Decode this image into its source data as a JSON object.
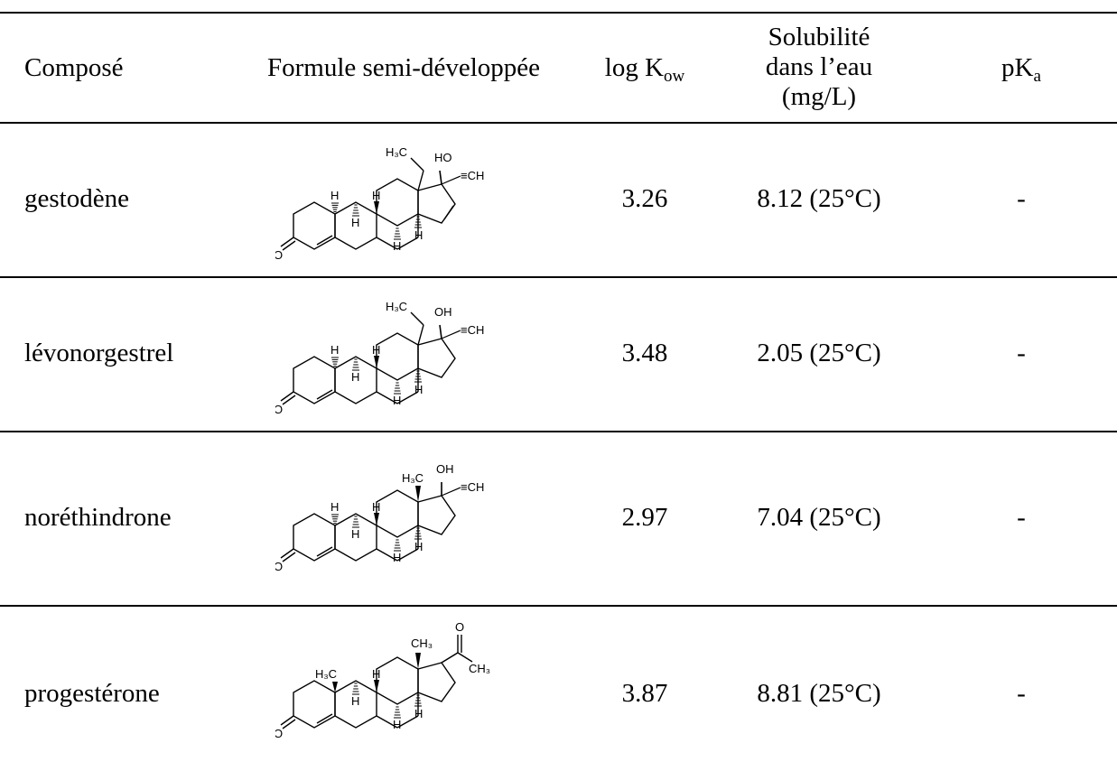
{
  "table": {
    "headers": {
      "compound": "Composé",
      "formula": "Formule semi-développée",
      "logk_main": "log K",
      "logk_sub": "ow",
      "sol_line1": "Solubilité",
      "sol_line2": "dans l’eau",
      "sol_line3": "(mg/L)",
      "pka_main": "pK",
      "pka_sub": "a"
    },
    "rows": [
      {
        "compound": "gestodène",
        "logk": "3.26",
        "solubility": "8.12 (25°C)",
        "pka": "-",
        "structure_icon": "gestodene-structure"
      },
      {
        "compound": "lévonorgestrel",
        "logk": "3.48",
        "solubility": "2.05 (25°C)",
        "pka": "-",
        "structure_icon": "levonorgestrel-structure"
      },
      {
        "compound": "noréthindrone",
        "logk": "2.97",
        "solubility": "7.04 (25°C)",
        "pka": "-",
        "structure_icon": "norethindrone-structure"
      },
      {
        "compound": "progestérone",
        "logk": "3.87",
        "solubility": "8.81 (25°C)",
        "pka": "-",
        "structure_icon": "progesterone-structure"
      }
    ],
    "structure_labels": {
      "h3c": "H₃C",
      "ho": "HO",
      "oh": "OH",
      "ch": "≡CH",
      "ch3": "CH₃",
      "h": "H",
      "o": "O"
    }
  }
}
